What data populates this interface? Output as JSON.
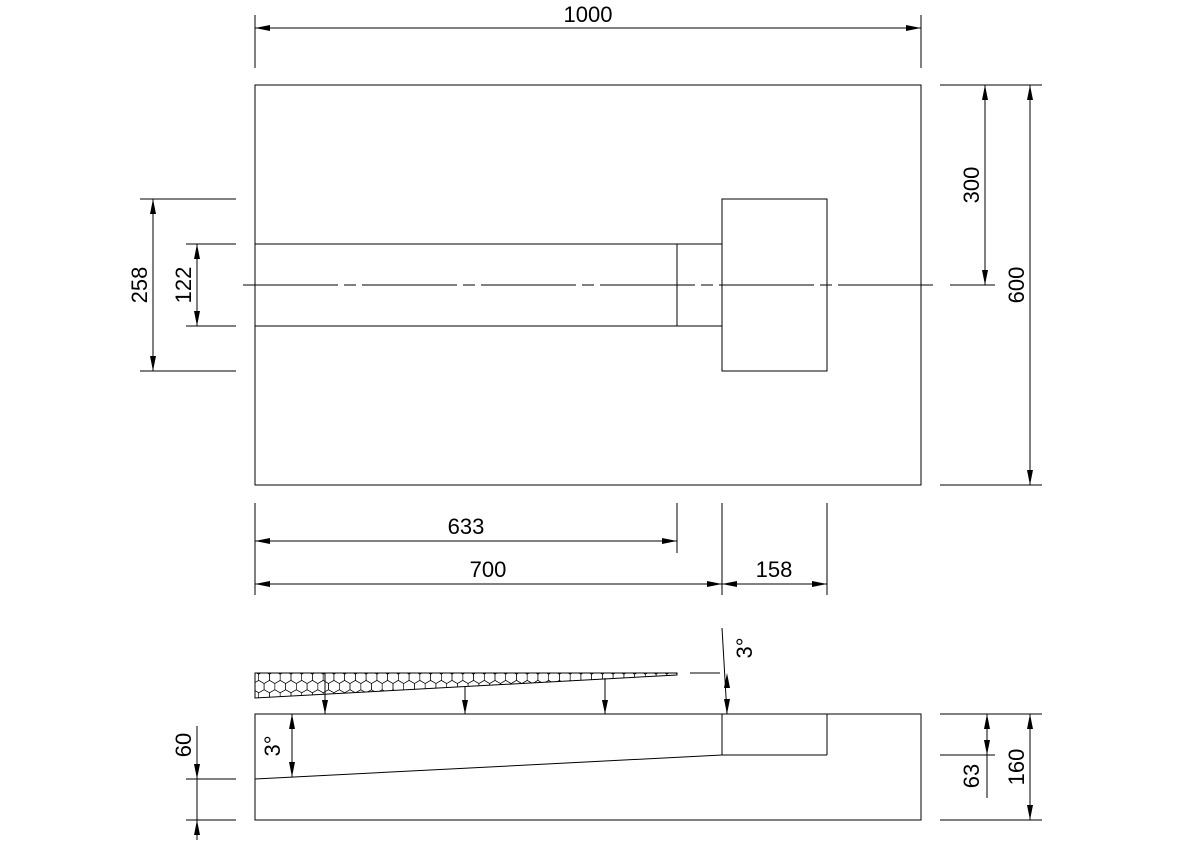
{
  "drawing": {
    "dimensions": {
      "total_width": "1000",
      "total_height": "600",
      "top_to_center": "300",
      "outer_block": "258",
      "inner_channel": "122",
      "channel_length": "633",
      "to_block": "700",
      "block_width": "158",
      "left_depth": "60",
      "block_depth": "63",
      "side_height": "160",
      "angle_top": "3°",
      "angle_side": "3°"
    }
  }
}
